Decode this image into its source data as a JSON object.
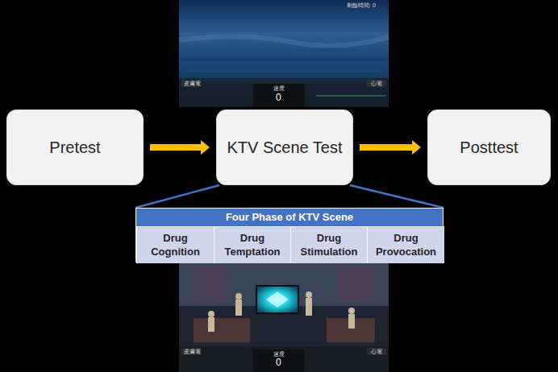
{
  "diagram": {
    "nodes": [
      {
        "text": [
          "Pretest"
        ]
      },
      {
        "text": [
          "KTV Scene Test"
        ]
      },
      {
        "text": [
          "Posttest"
        ]
      },
      {
        "text": [
          "Four Phase of KTV Scene"
        ]
      },
      {
        "text": [
          "Drug Cognition"
        ],
        "in": 3
      },
      {
        "text": [
          "Drug Temptation"
        ],
        "in": 3
      },
      {
        "text": [
          "Drug Stimulation"
        ],
        "in": 3
      },
      {
        "text": [
          "Drug Provocation"
        ],
        "in": 3
      }
    ],
    "edges": [
      {
        "from": 0,
        "to": 1,
        "arrow": "to"
      },
      {
        "from": 1,
        "to": 2,
        "arrow": "to"
      },
      {
        "from": 1,
        "to": 3,
        "arrow": "none"
      }
    ],
    "labels": [
      "剩餘時間: 0",
      "皮膚電",
      "速度",
      "0",
      "心電",
      "皮膚電",
      "速度",
      "0",
      "心電"
    ]
  }
}
